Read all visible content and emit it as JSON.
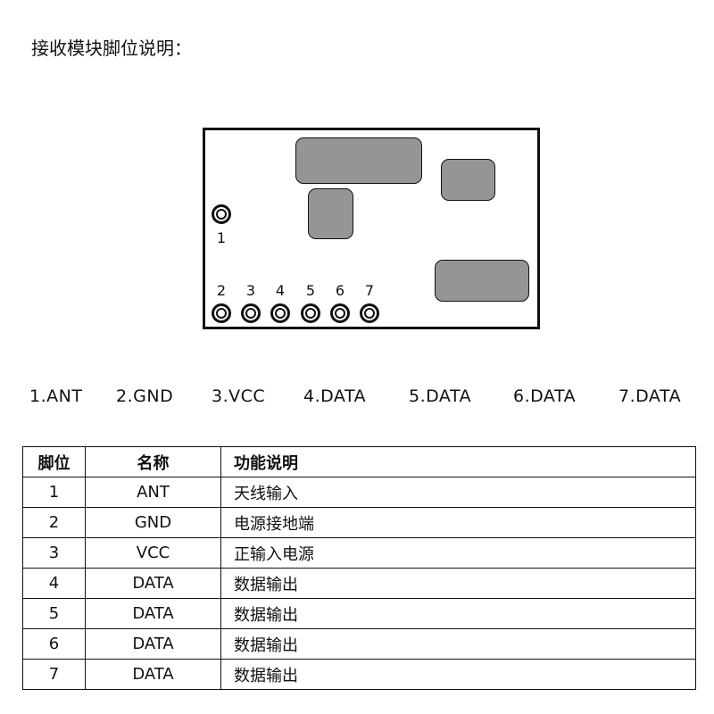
{
  "title": "接收模块脚位说明：",
  "diagram": {
    "pin_labels": [
      "1",
      "2",
      "3",
      "4",
      "5",
      "6",
      "7"
    ],
    "chip_color": "#959595"
  },
  "legend": [
    "1.ANT",
    "2.GND",
    "3.VCC",
    "4.DATA",
    "5.DATA",
    "6.DATA",
    "7.DATA"
  ],
  "table": {
    "headers": [
      "脚位",
      "名称",
      "功能说明"
    ],
    "rows": [
      [
        "1",
        "ANT",
        "天线输入"
      ],
      [
        "2",
        "GND",
        "电源接地端"
      ],
      [
        "3",
        "VCC",
        "正输入电源"
      ],
      [
        "4",
        "DATA",
        "数据输出"
      ],
      [
        "5",
        "DATA",
        "数据输出"
      ],
      [
        "6",
        "DATA",
        "数据输出"
      ],
      [
        "7",
        "DATA",
        "数据输出"
      ]
    ]
  }
}
